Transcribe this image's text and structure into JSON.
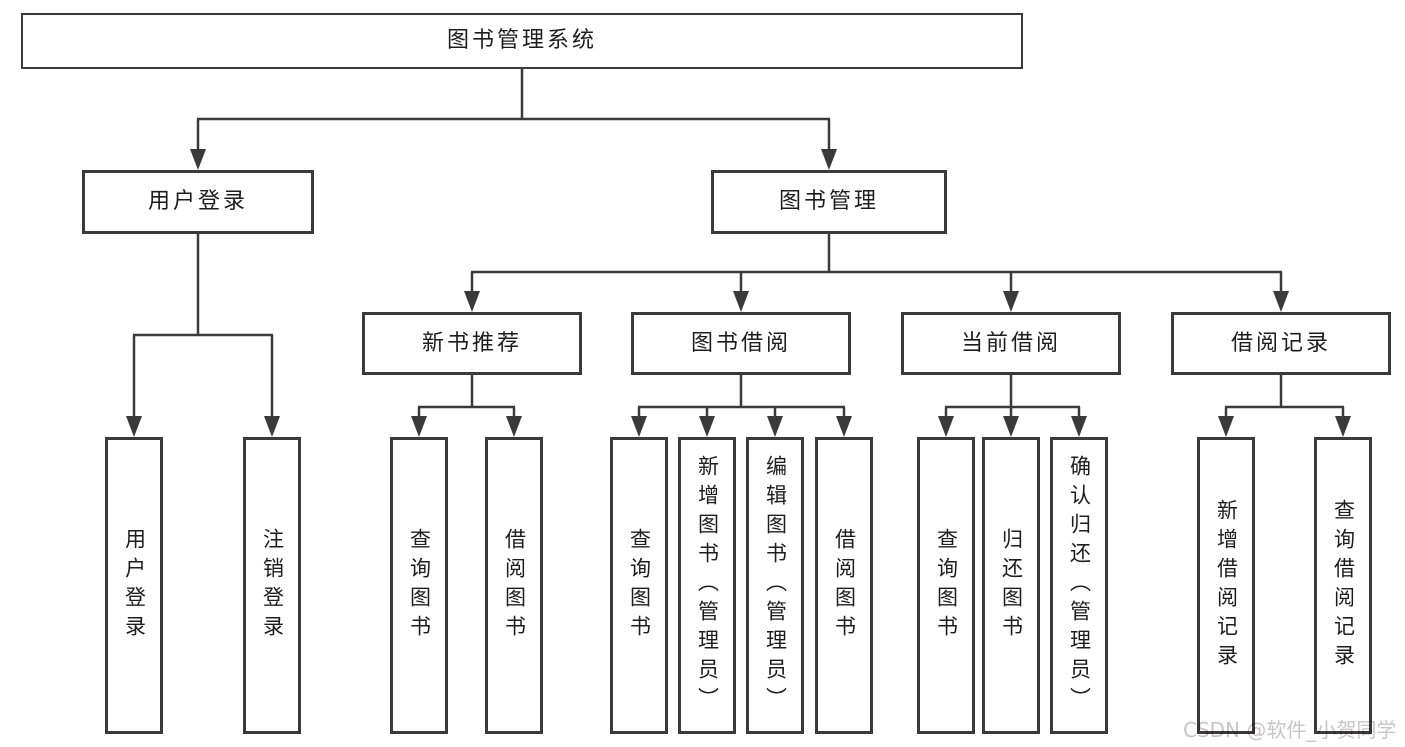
{
  "diagram": {
    "root": "图书管理系统",
    "level2": {
      "user_login": "用户登录",
      "book_mgmt": "图书管理"
    },
    "level3": {
      "new_book": "新书推荐",
      "book_borrow": "图书借阅",
      "current_borrow": "当前借阅",
      "borrow_record": "借阅记录"
    },
    "leaves": {
      "user_login": "用户登录",
      "logout": "注销登录",
      "nb_query": "查询图书",
      "nb_borrow": "借阅图书",
      "bb_query": "查询图书",
      "bb_add": "新增图书（管理员）",
      "bb_edit": "编辑图书（管理员）",
      "bb_borrow": "借阅图书",
      "cb_query": "查询图书",
      "cb_return": "归还图书",
      "cb_confirm": "确认归还（管理员）",
      "br_add": "新增借阅记录",
      "br_query": "查询借阅记录"
    }
  },
  "watermark": "CSDN @软件_小贺同学",
  "colors": {
    "line": "#3a3a3a",
    "text": "#1d1d1d",
    "watermark": "#c9c5c5",
    "background": "#ffffff"
  }
}
